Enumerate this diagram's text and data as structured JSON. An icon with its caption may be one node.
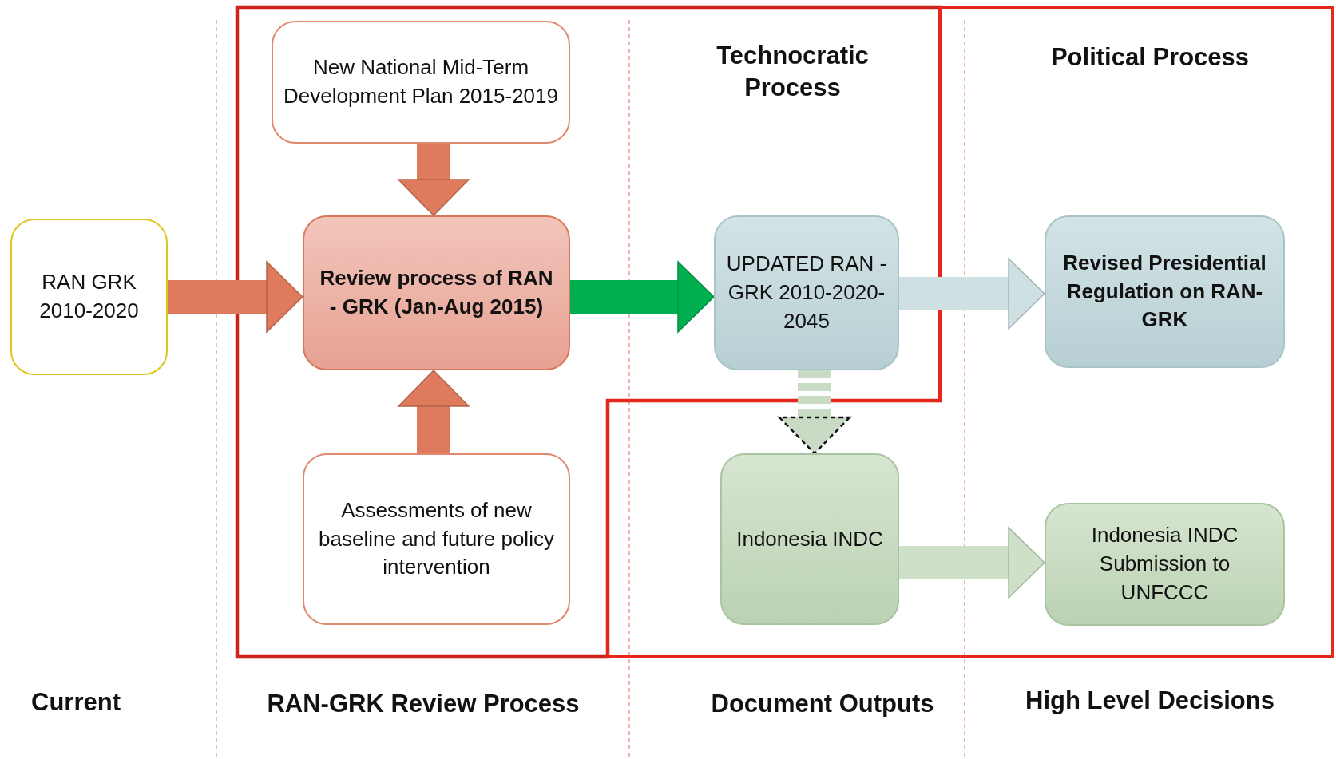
{
  "diagram": {
    "nodes": [
      {
        "text": [
          "RAN GRK 2010-2020"
        ]
      },
      {
        "text": [
          "New National Mid-Term Development Plan 2015-2019"
        ]
      },
      {
        "text": [
          "Review process of RAN - GRK (Jan-Aug 2015)"
        ]
      },
      {
        "text": [
          "Assessments of new baseline and future policy intervention"
        ]
      },
      {
        "text": [
          "UPDATED RAN - GRK 2010-2020-2045"
        ]
      },
      {
        "text": [
          "Indonesia INDC"
        ]
      },
      {
        "text": [
          "Revised Presidential Regulation on RAN-GRK"
        ]
      },
      {
        "text": [
          "Indonesia INDC Submission to UNFCCC"
        ]
      }
    ],
    "edges": [
      {
        "from": 0,
        "to": 2,
        "arrow": "to"
      },
      {
        "from": 1,
        "to": 2,
        "arrow": "to"
      },
      {
        "from": 3,
        "to": 2,
        "arrow": "to"
      },
      {
        "from": 2,
        "to": 4,
        "arrow": "to",
        "color": "#00b050"
      },
      {
        "from": 4,
        "to": 6,
        "arrow": "to",
        "color": "#cfe0e3"
      },
      {
        "from": 4,
        "to": 5,
        "arrow": "to",
        "style": "dashed",
        "color": "#c9dbc4"
      },
      {
        "from": 5,
        "to": 7,
        "arrow": "to",
        "color": "#cfe0c8"
      }
    ],
    "labels": [
      "Technocratic Process",
      "Political Process",
      "Current",
      "RAN-GRK Review Process",
      "Document Outputs",
      "High Level Decisions"
    ]
  }
}
